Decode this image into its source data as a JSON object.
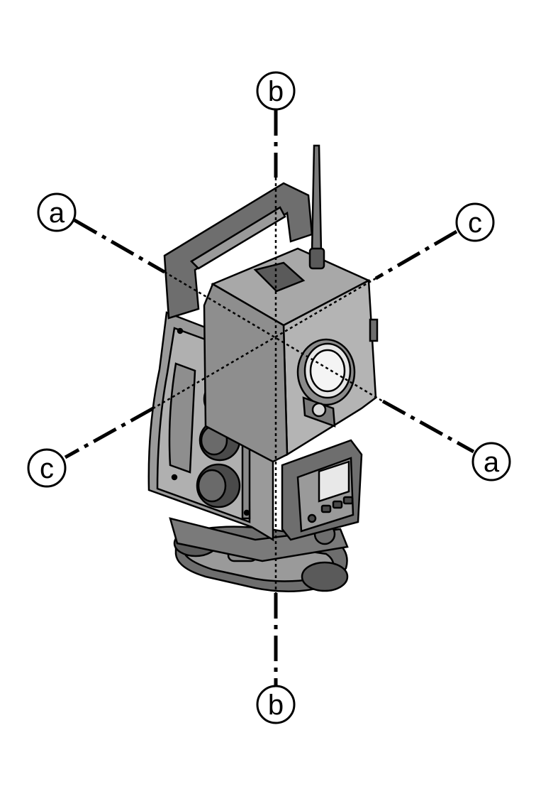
{
  "figure": {
    "labels": {
      "b_top": "b",
      "a_left": "a",
      "c_right": "c",
      "c_left": "c",
      "a_right": "a",
      "b_bottom": "b"
    },
    "axes": [
      {
        "id": "a",
        "label": "a"
      },
      {
        "id": "b",
        "label": "b"
      },
      {
        "id": "c",
        "label": "c"
      }
    ],
    "colors": {
      "line": "#000000",
      "body_dark": "#6e6e6e",
      "body_mid": "#9a9a9a",
      "body_light": "#c4c4c4",
      "lens": "#e6e6e6"
    }
  }
}
